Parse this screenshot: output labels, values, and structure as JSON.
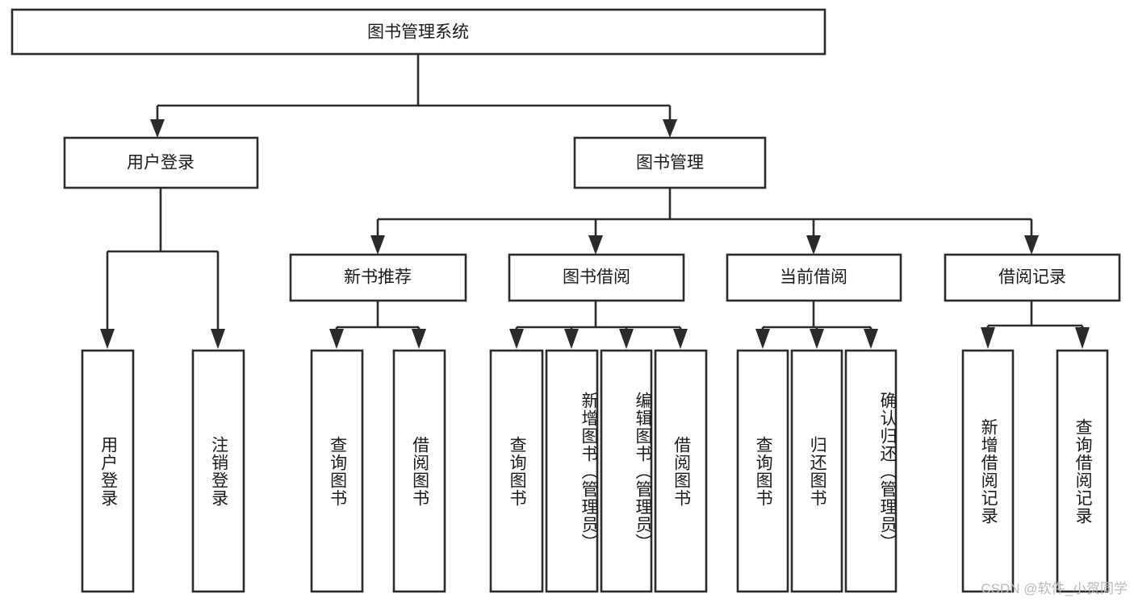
{
  "diagram": {
    "title": "图书管理系统",
    "type": "tree-hierarchy-chart",
    "root": {
      "label": "图书管理系统",
      "orientation": "horizontal"
    },
    "level1": [
      {
        "label": "用户登录",
        "orientation": "horizontal"
      },
      {
        "label": "图书管理",
        "orientation": "horizontal"
      }
    ],
    "level2": [
      {
        "label": "新书推荐",
        "orientation": "horizontal",
        "parent": "图书管理"
      },
      {
        "label": "图书借阅",
        "orientation": "horizontal",
        "parent": "图书管理"
      },
      {
        "label": "当前借阅",
        "orientation": "horizontal",
        "parent": "图书管理"
      },
      {
        "label": "借阅记录",
        "orientation": "horizontal",
        "parent": "图书管理"
      }
    ],
    "leaves": {
      "user_login": [
        {
          "label": "用户登录",
          "orientation": "vertical"
        },
        {
          "label": "注销登录",
          "orientation": "vertical"
        }
      ],
      "new_book_recommend": [
        {
          "label": "查询图书",
          "orientation": "vertical"
        },
        {
          "label": "借阅图书",
          "orientation": "vertical"
        }
      ],
      "book_borrow": [
        {
          "label": "查询图书",
          "orientation": "vertical"
        },
        {
          "label": "新增图书（管理员）",
          "orientation": "vertical"
        },
        {
          "label": "编辑图书（管理员）",
          "orientation": "vertical"
        },
        {
          "label": "借阅图书",
          "orientation": "vertical"
        }
      ],
      "current_borrow": [
        {
          "label": "查询图书",
          "orientation": "vertical"
        },
        {
          "label": "归还图书",
          "orientation": "vertical"
        },
        {
          "label": "确认归还（管理员）",
          "orientation": "vertical"
        }
      ],
      "borrow_record": [
        {
          "label": "新增借阅记录",
          "orientation": "vertical"
        },
        {
          "label": "查询借阅记录",
          "orientation": "vertical"
        }
      ]
    },
    "colors": {
      "box_stroke": "#2b2b2b",
      "box_fill": "#ffffff",
      "text": "#1a1a1a",
      "connector": "#2b2b2b",
      "background": "#ffffff",
      "watermark": "#b9b9b9"
    }
  },
  "watermark": {
    "text": "CSDN @软件_小贺同学"
  }
}
